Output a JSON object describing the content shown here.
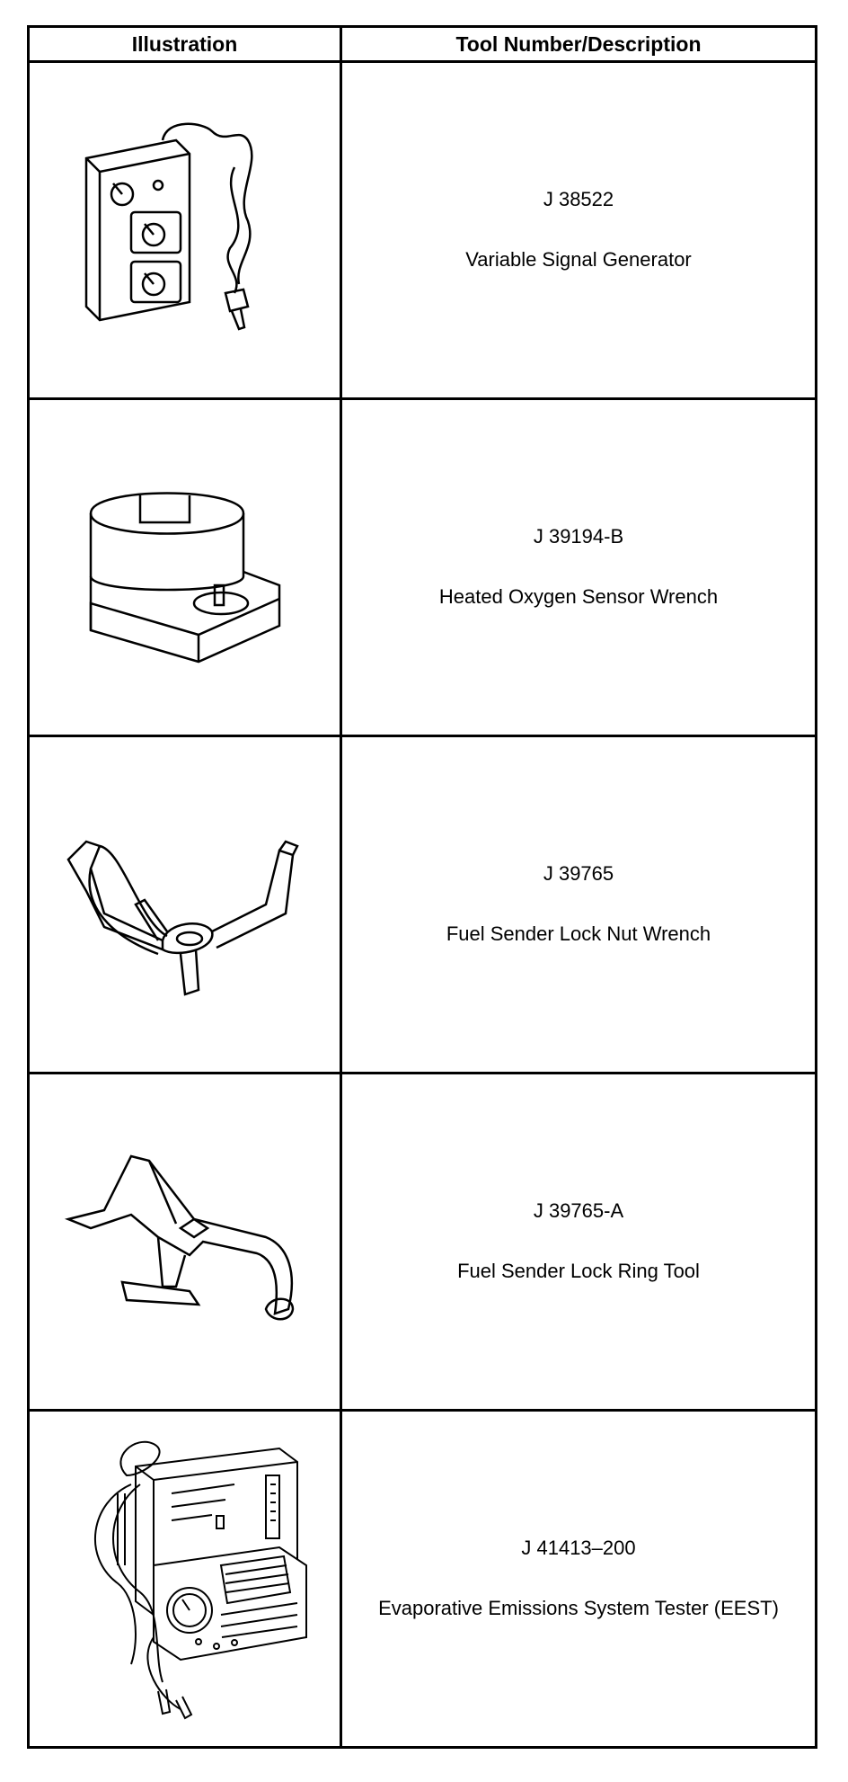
{
  "table": {
    "headers": {
      "illustration": "Illustration",
      "tool": "Tool Number/Description"
    },
    "rows": [
      {
        "tool_number": "J 38522",
        "description": "Variable Signal Generator",
        "illustration_icon": "variable-signal-generator-icon"
      },
      {
        "tool_number": "J 39194-B",
        "description": "Heated Oxygen Sensor Wrench",
        "illustration_icon": "oxygen-sensor-wrench-icon"
      },
      {
        "tool_number": "J 39765",
        "description": "Fuel Sender Lock Nut Wrench",
        "illustration_icon": "lock-nut-wrench-icon"
      },
      {
        "tool_number": "J 39765-A",
        "description": "Fuel Sender Lock Ring Tool",
        "illustration_icon": "lock-ring-tool-icon"
      },
      {
        "tool_number": "J 41413–200",
        "description": "Evaporative Emissions System Tester (EEST)",
        "illustration_icon": "evap-tester-icon"
      }
    ]
  }
}
